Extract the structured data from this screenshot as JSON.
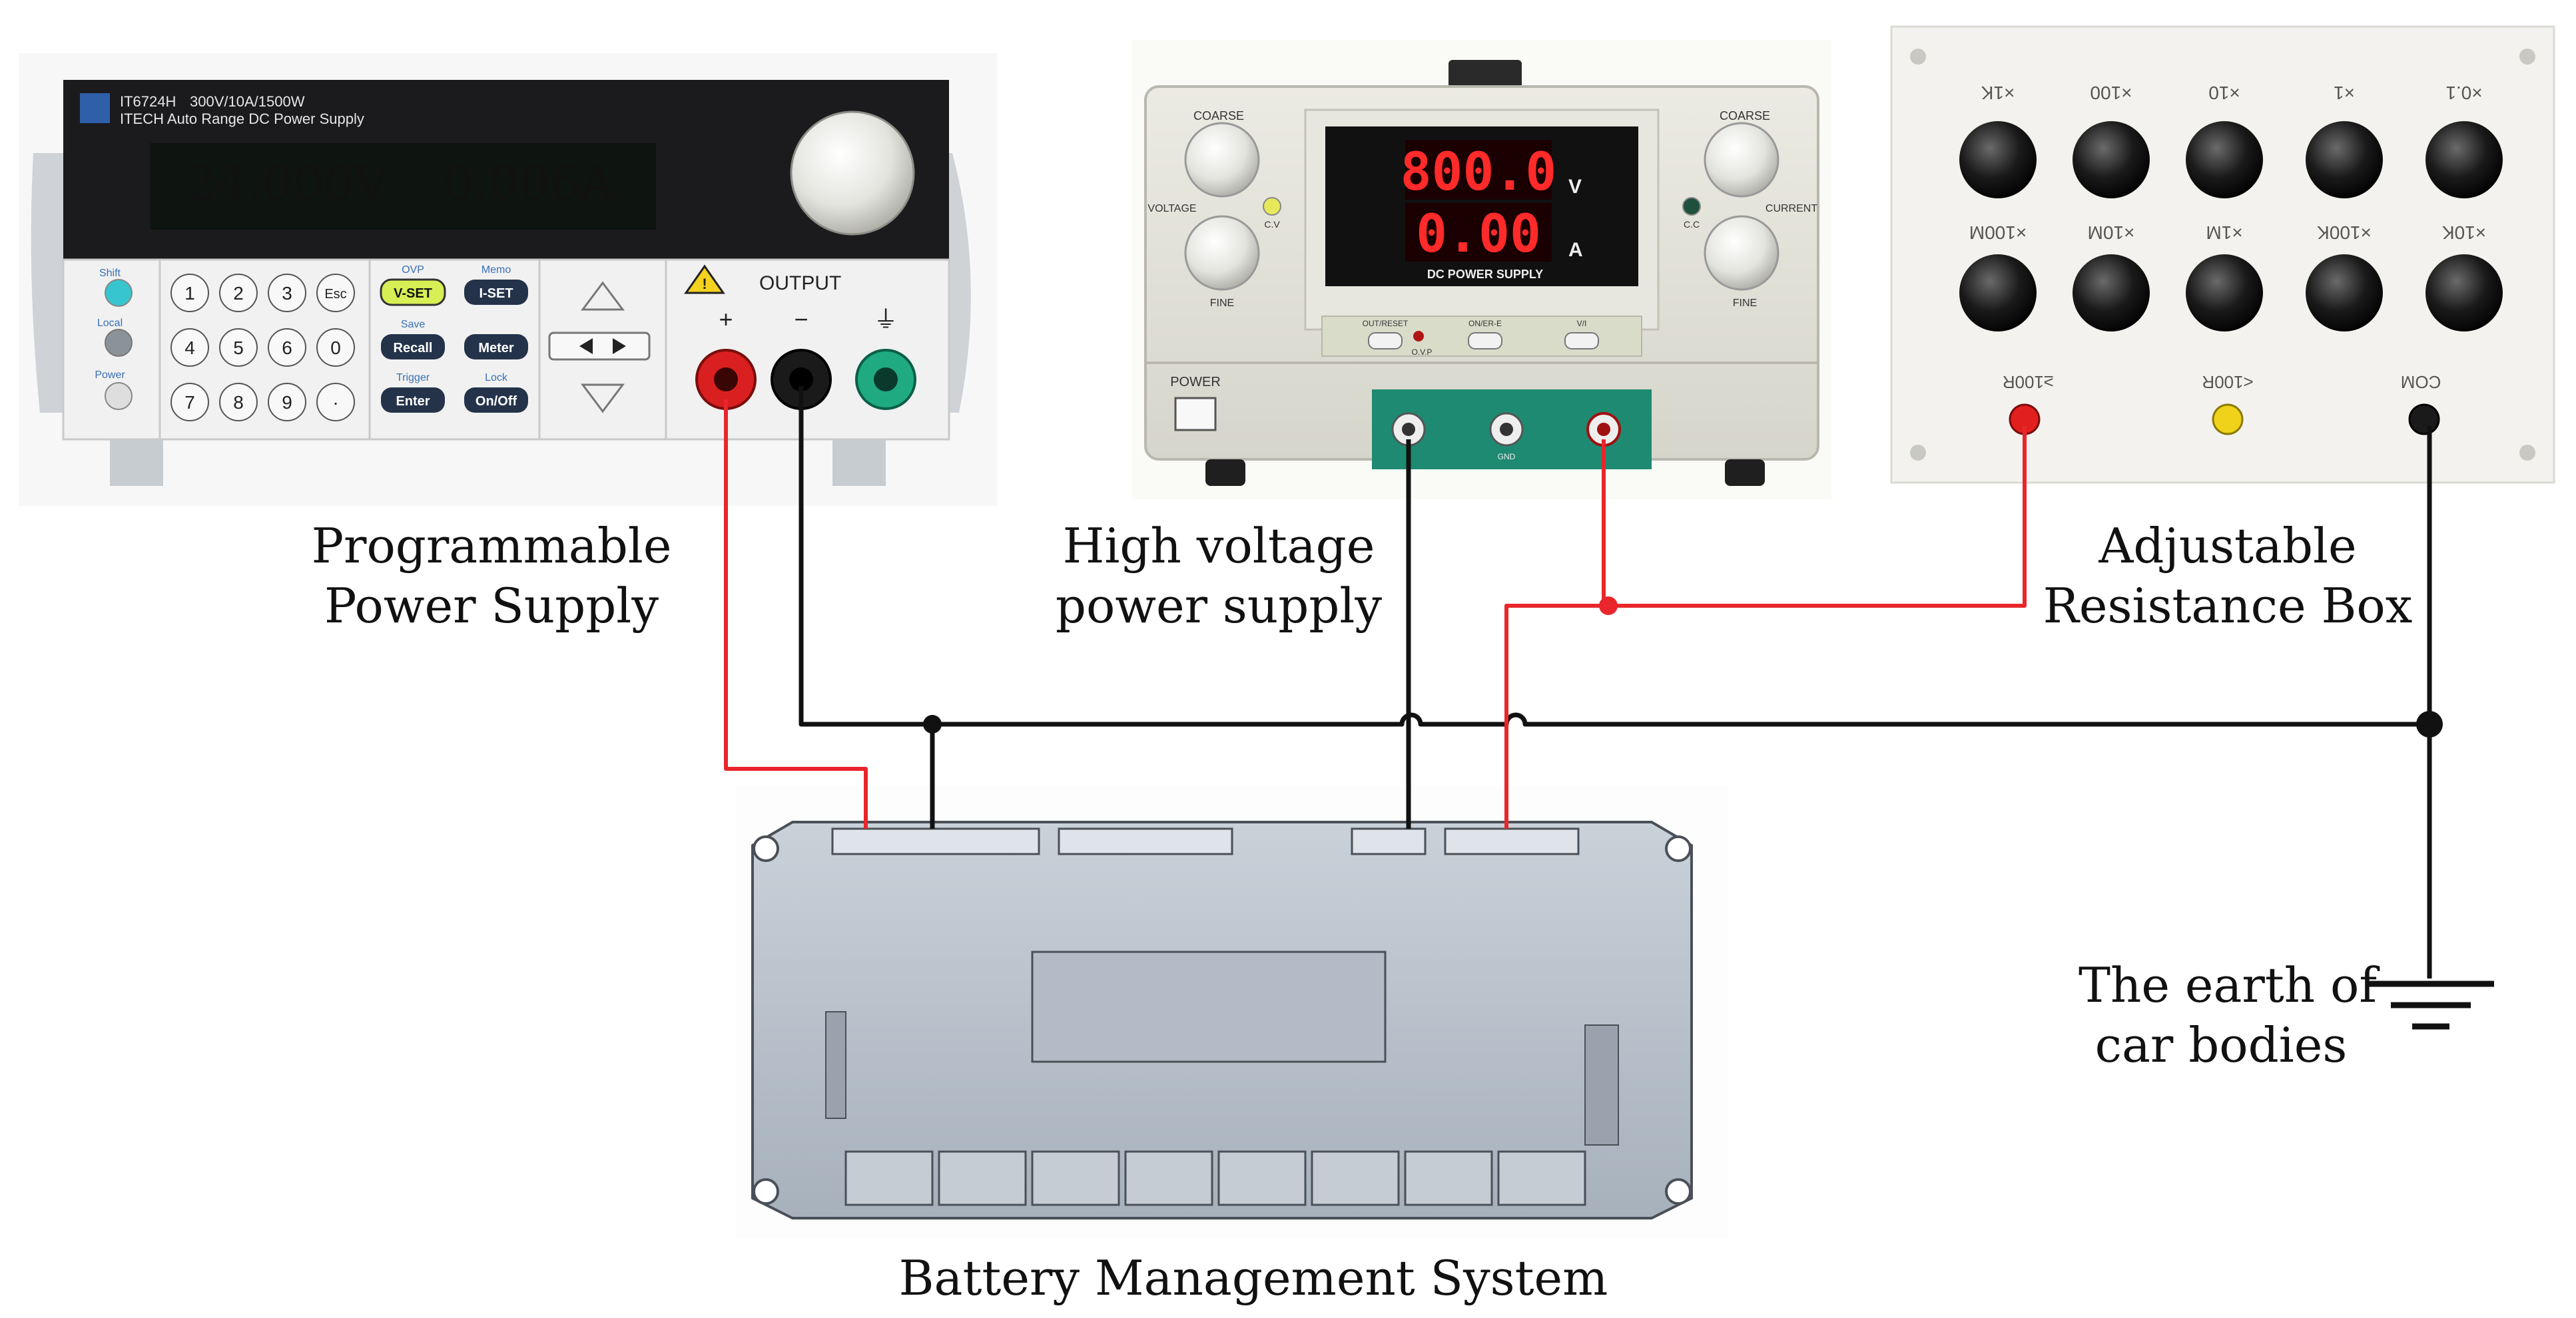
{
  "labels": {
    "programmable_l1": "Programmable",
    "programmable_l2": "Power Supply",
    "hv_l1": "High voltage",
    "hv_l2": "power supply",
    "resbox_l1": "Adjustable",
    "resbox_l2": "Resistance Box",
    "earth_l1": "The earth of",
    "earth_l2": "car bodies",
    "bms": "Battery Management System"
  },
  "programmable_supply": {
    "model": "IT6724H",
    "spec": "300V/10A/1500W",
    "desc": "ITECH Auto Range DC Power Supply",
    "voltage": "24.000V",
    "current": "0.006A",
    "output_label": "OUTPUT",
    "plus": "+",
    "minus": "−",
    "ground": "⏚",
    "side_labels": [
      "Shift",
      "Local",
      "Power"
    ],
    "keys": [
      "1",
      "2",
      "3",
      "Esc",
      "4",
      "5",
      "6",
      "0",
      "7",
      "8",
      "9",
      "·"
    ],
    "func_top": [
      "OVP",
      "Memo",
      "Save",
      "",
      "Trigger",
      "Lock"
    ],
    "func_buttons": [
      "V-SET",
      "I-SET",
      "Recall",
      "Meter",
      "Enter",
      "On/Off"
    ]
  },
  "hv_supply": {
    "voltage": "800.0",
    "current": "0.00",
    "v_unit": "V",
    "a_unit": "A",
    "panel_label": "DC POWER SUPPLY",
    "coarse_left": "COARSE",
    "fine_left": "FINE",
    "voltage_label": "VOLTAGE",
    "cv": "C.V",
    "coarse_right": "COARSE",
    "fine_right": "FINE",
    "current_label": "CURRENT",
    "cc": "C.C",
    "power": "POWER",
    "out_reset": "OUT/RESET",
    "ovp": "O.V.P",
    "on_off": "ON/ER-E",
    "vi": "V/I",
    "gnd": "GND"
  },
  "resistance_box": {
    "top_row": [
      "×1K",
      "×100",
      "×10",
      "×1",
      "×0.1"
    ],
    "bottom_row": [
      "×100M",
      "×10M",
      "×1M",
      "×100K",
      "×10K"
    ],
    "terminals": [
      "≥100R",
      "<100R",
      "COM"
    ]
  },
  "colors": {
    "wire_red": "#e8262b",
    "wire_black": "#111111",
    "vfd_green": "#3ad35a",
    "led_red": "#ff2a2a",
    "bms_body": "#b9c2cc"
  }
}
